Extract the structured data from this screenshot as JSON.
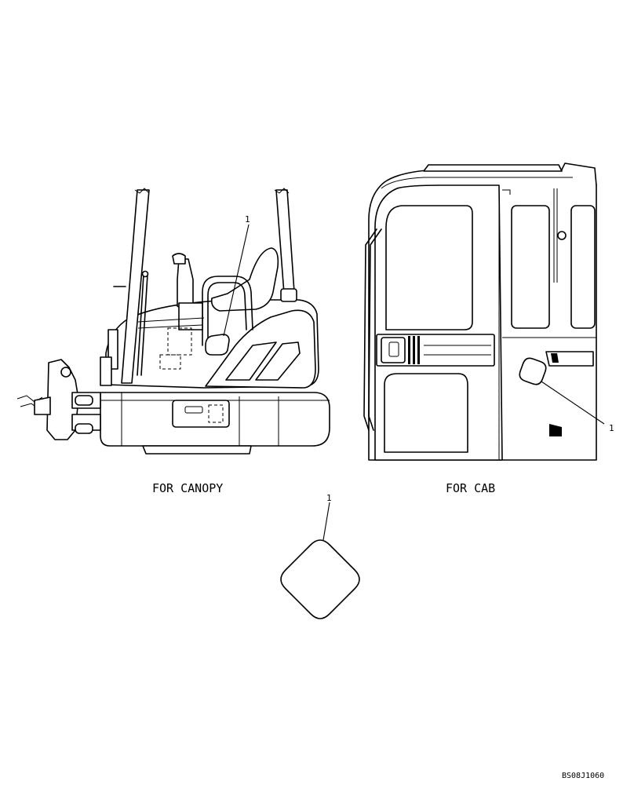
{
  "canopy_view": {
    "caption": "FOR CANOPY",
    "callout": "1"
  },
  "cab_view": {
    "caption": "FOR CAB",
    "callout": "1"
  },
  "decal_detail": {
    "callout": "1"
  },
  "drawing_number": "BS08J1060"
}
